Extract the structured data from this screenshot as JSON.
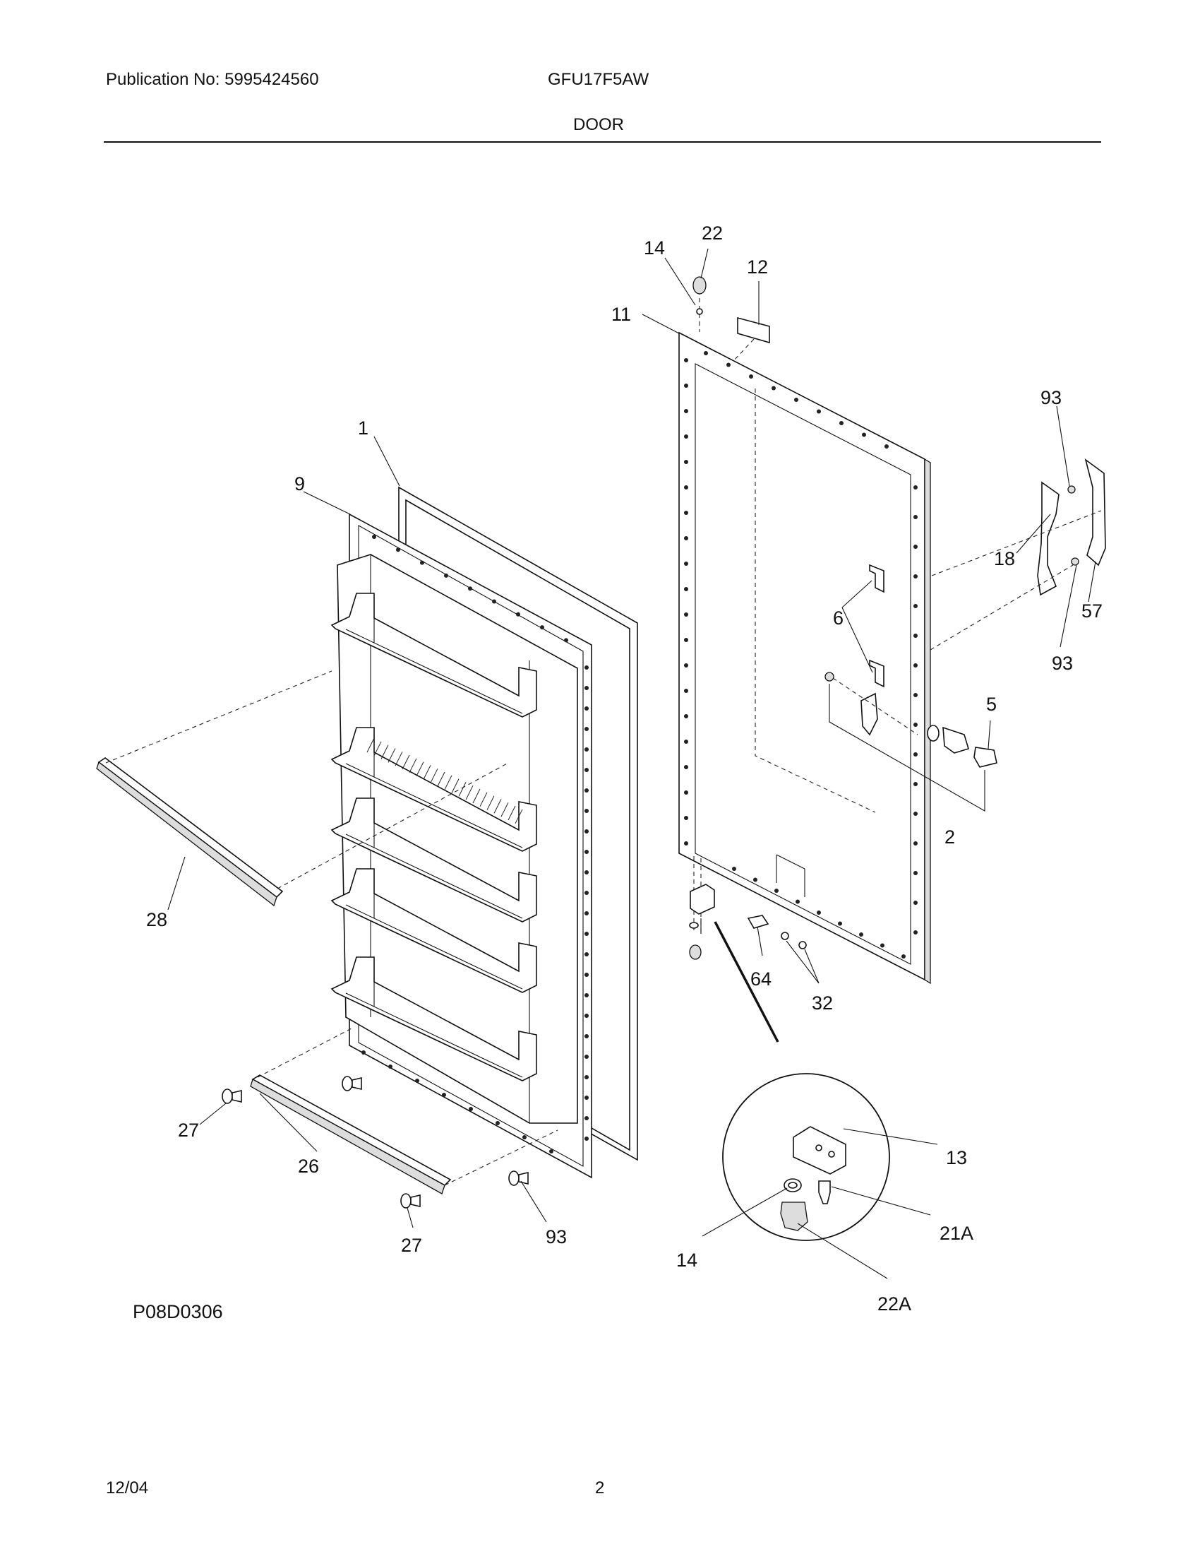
{
  "header": {
    "publication": "Publication No: 5995424560",
    "model": "GFU17F5AW",
    "section": "DOOR"
  },
  "diagram": {
    "drawing_id": "P08D0306",
    "callouts": {
      "c1": "1",
      "c9": "9",
      "c28": "28",
      "c27a": "27",
      "c26": "26",
      "c27b": "27",
      "c93c": "93",
      "c14": "14",
      "c22": "22",
      "c12": "12",
      "c11": "11",
      "c93a": "93",
      "c18": "18",
      "c57": "57",
      "c93b": "93",
      "c6": "6",
      "c5": "5",
      "c2": "2",
      "c64": "64",
      "c32": "32",
      "c13": "13",
      "c21A": "21A",
      "c14b": "14",
      "c22A": "22A"
    }
  },
  "footer": {
    "date": "12/04",
    "page": "2"
  }
}
